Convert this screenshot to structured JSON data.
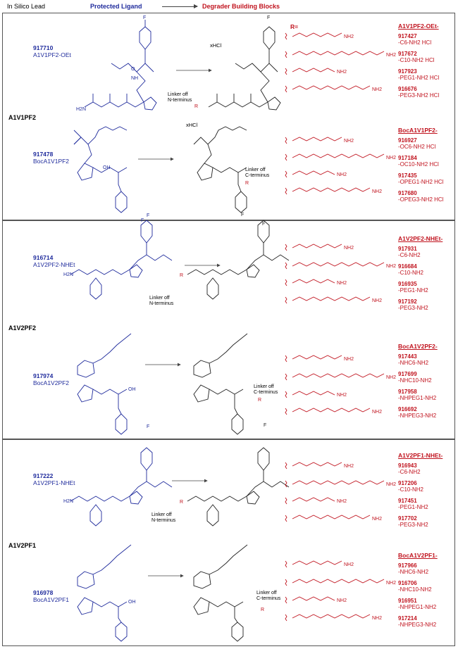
{
  "header": {
    "in_silico": "In Silico Lead",
    "protected": "Protected Ligand",
    "degrader": "Degrader Building Blocks"
  },
  "r_label": "R=",
  "common": {
    "xhcl": "xHCl",
    "n_term": "Linker off\nN-terminus",
    "c_term": "Linker off\nC-terminus",
    "r": "R"
  },
  "atoms": {
    "F": "F",
    "O": "O",
    "N": "N",
    "H": "H",
    "H2N": "H2N",
    "OH": "OH",
    "NH": "NH",
    "NH2": "NH2"
  },
  "panels": [
    {
      "lead": "A1V1PF2",
      "top": {
        "id": "917710",
        "name": "A1V1PF2-OEt",
        "bb_head": "A1V1PF2-OEt-",
        "items": [
          {
            "id": "917427",
            "name": "-C6-NH2 HCl"
          },
          {
            "id": "917672",
            "name": "-C10-NH2 HCl"
          },
          {
            "id": "917923",
            "name": "-PEG1-NH2 HCl"
          },
          {
            "id": "916676",
            "name": "-PEG3-NH2 HCl"
          }
        ]
      },
      "bottom": {
        "id": "917478",
        "name": "BocA1V1PF2",
        "bb_head": "BocA1V1PF2-",
        "items": [
          {
            "id": "916927",
            "name": "-OC6-NH2 HCl"
          },
          {
            "id": "917184",
            "name": "-OC10-NH2 HCl"
          },
          {
            "id": "917435",
            "name": "-OPEG1-NH2 HCl"
          },
          {
            "id": "917680",
            "name": "-OPEG3-NH2 HCl"
          }
        ]
      }
    },
    {
      "lead": "A1V2PF2",
      "top": {
        "id": "916714",
        "name": "A1V2PF2-NHEt",
        "bb_head": "A1V2PF2-NHEt-",
        "items": [
          {
            "id": "917931",
            "name": "-C6-NH2"
          },
          {
            "id": "916684",
            "name": "-C10-NH2"
          },
          {
            "id": "916935",
            "name": "-PEG1-NH2"
          },
          {
            "id": "917192",
            "name": "-PEG3-NH2"
          }
        ]
      },
      "bottom": {
        "id": "917974",
        "name": "BocA1V2PF2",
        "bb_head": "BocA1V2PF2-",
        "items": [
          {
            "id": "917443",
            "name": "-NHC6-NH2"
          },
          {
            "id": "917699",
            "name": "-NHC10-NH2"
          },
          {
            "id": "917958",
            "name": "-NHPEG1-NH2"
          },
          {
            "id": "916692",
            "name": "-NHPEG3-NH2"
          }
        ]
      }
    },
    {
      "lead": "A1V2PF1",
      "top": {
        "id": "917222",
        "name": "A1V2PF1-NHEt",
        "bb_head": "A1V2PF1-NHEt-",
        "items": [
          {
            "id": "916943",
            "name": "-C6-NH2"
          },
          {
            "id": "917206",
            "name": "-C10-NH2"
          },
          {
            "id": "917451",
            "name": "-PEG1-NH2"
          },
          {
            "id": "917702",
            "name": "-PEG3-NH2"
          }
        ]
      },
      "bottom": {
        "id": "916978",
        "name": "BocA1V2PF1",
        "bb_head": "BocA1V2PF1-",
        "items": [
          {
            "id": "917966",
            "name": "-NHC6-NH2"
          },
          {
            "id": "916706",
            "name": "-NHC10-NH2"
          },
          {
            "id": "916951",
            "name": "-NHPEG1-NH2"
          },
          {
            "id": "917214",
            "name": "-NHPEG3-NH2"
          }
        ]
      }
    }
  ]
}
